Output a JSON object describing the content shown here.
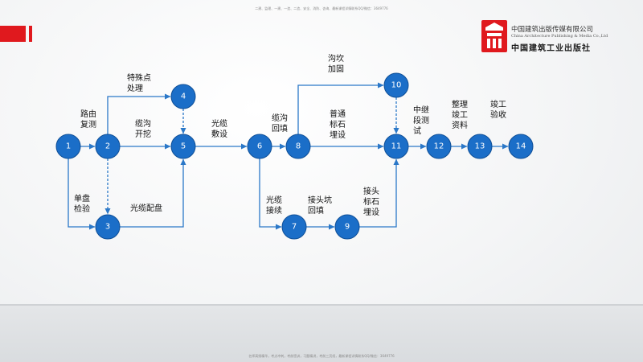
{
  "header_note": "二建、监理、一建、一造、二造、安全、消防、咨询、最新课程详情联系QQ/微信：3649776",
  "footer_note": "名师高频精华，考点冲刺，考前密训，习题精讲，考前三页纸，最新课程详情联系QQ/微信：3649776",
  "publisher": {
    "name_cn": "中国建筑出版传媒有限公司",
    "name_en": "China Architecture Publishing & Media Co.,Ltd",
    "brand": "中国建筑工业出版社"
  },
  "network": {
    "nodes": [
      {
        "id": "1",
        "label": "1"
      },
      {
        "id": "2",
        "label": "2"
      },
      {
        "id": "3",
        "label": "3"
      },
      {
        "id": "4",
        "label": "4"
      },
      {
        "id": "5",
        "label": "5"
      },
      {
        "id": "6",
        "label": "6"
      },
      {
        "id": "7",
        "label": "7"
      },
      {
        "id": "8",
        "label": "8"
      },
      {
        "id": "9",
        "label": "9"
      },
      {
        "id": "10",
        "label": "10"
      },
      {
        "id": "11",
        "label": "11"
      },
      {
        "id": "12",
        "label": "12"
      },
      {
        "id": "13",
        "label": "13"
      },
      {
        "id": "14",
        "label": "14"
      }
    ],
    "activities": [
      {
        "from": "1",
        "to": "2",
        "lines": [
          "路由",
          "复测"
        ]
      },
      {
        "from": "1",
        "to": "3",
        "lines": [
          "单盘",
          "检验"
        ]
      },
      {
        "from": "2",
        "to": "4",
        "lines": [
          "特殊点",
          "处理"
        ]
      },
      {
        "from": "2",
        "to": "5",
        "lines": [
          "缆沟",
          "开挖"
        ]
      },
      {
        "from": "2",
        "to": "3",
        "lines": [],
        "dummy": true
      },
      {
        "from": "3",
        "to": "5",
        "lines": [
          "光缆配盘"
        ]
      },
      {
        "from": "4",
        "to": "5",
        "lines": [],
        "dummy": true
      },
      {
        "from": "5",
        "to": "6",
        "lines": [
          "光缆",
          "敷设"
        ]
      },
      {
        "from": "6",
        "to": "8",
        "lines": [
          "缆沟",
          "回填"
        ]
      },
      {
        "from": "6",
        "to": "7",
        "lines": [
          "光缆",
          "接续"
        ]
      },
      {
        "from": "7",
        "to": "9",
        "lines": [
          "接头坑",
          "回填"
        ]
      },
      {
        "from": "8",
        "to": "10",
        "lines": [
          "沟坎",
          "加固"
        ]
      },
      {
        "from": "8",
        "to": "11",
        "lines": [
          "普通",
          "标石",
          "埋设"
        ]
      },
      {
        "from": "9",
        "to": "11",
        "lines": [
          "接头",
          "标石",
          "埋设"
        ]
      },
      {
        "from": "10",
        "to": "11",
        "lines": [],
        "dummy": true
      },
      {
        "from": "11",
        "to": "12",
        "lines": [
          "中继",
          "段测",
          "试"
        ]
      },
      {
        "from": "12",
        "to": "13",
        "lines": [
          "整理",
          "竣工",
          "资料"
        ]
      },
      {
        "from": "13",
        "to": "14",
        "lines": [
          "竣工",
          "验收"
        ]
      }
    ]
  }
}
